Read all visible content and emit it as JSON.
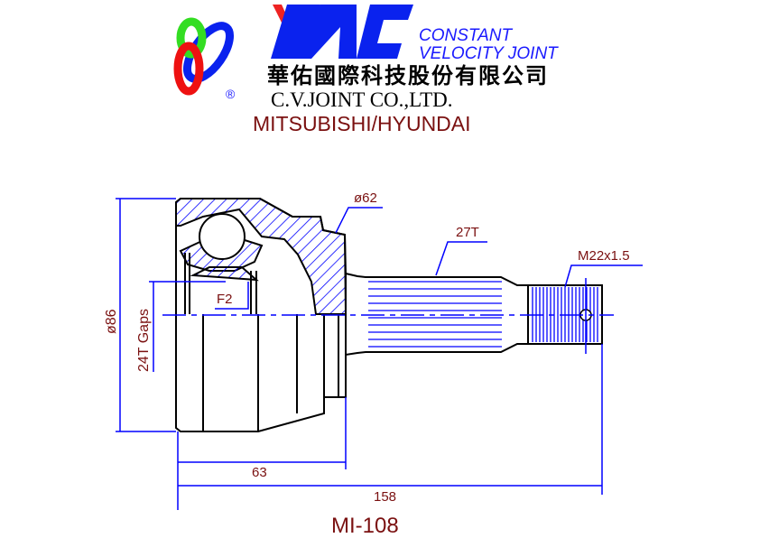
{
  "header": {
    "logo_text": "YAC",
    "registered_mark": "®",
    "tagline_line1": "CONSTANT",
    "tagline_line2": "VELOCITY JOINT",
    "company_chinese": "華佑國際科技股份有限公司",
    "company_english": "C.V.JOINT CO.,LTD.",
    "application": "MITSUBISHI/HYUNDAI"
  },
  "drawing": {
    "outer_diameter_label": "ø86",
    "abs_label": "24T Gaps",
    "bell_diameter_label": "ø62",
    "spline_label": "27T",
    "thread_label": "M22x1.5",
    "seal_label": "F2",
    "bell_length_label": "63",
    "overall_length_label": "158"
  },
  "footer": {
    "part_number": "MI-108"
  },
  "colors": {
    "dimension": "#0000ff",
    "text": "#7a1010",
    "outline": "#000000"
  }
}
